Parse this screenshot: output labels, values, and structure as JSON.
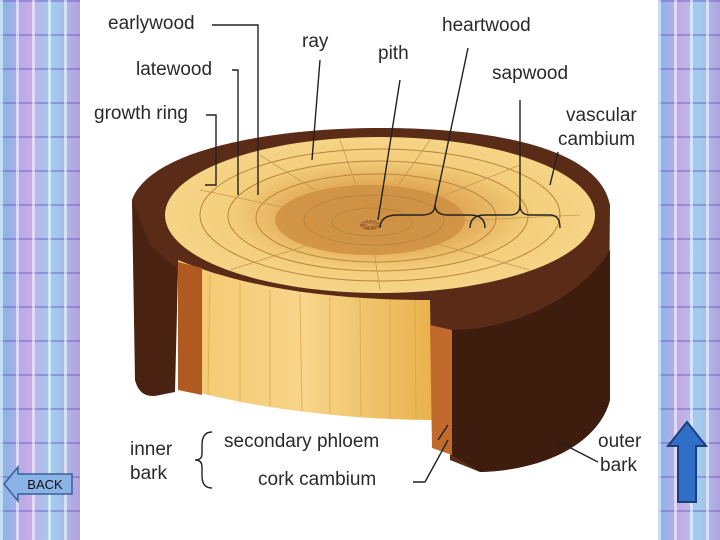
{
  "labels": {
    "earlywood": "earlywood",
    "ray": "ray",
    "pith": "pith",
    "heartwood": "heartwood",
    "latewood": "latewood",
    "sapwood": "sapwood",
    "growth_ring": "growth ring",
    "vascular_cambium_1": "vascular",
    "vascular_cambium_2": "cambium",
    "inner_bark_1": "inner",
    "inner_bark_2": "bark",
    "secondary_phloem": "secondary phloem",
    "cork_cambium": "cork cambium",
    "outer_bark_1": "outer",
    "outer_bark_2": "bark"
  },
  "navigation": {
    "back_label": "BACK",
    "up_icon": "up-arrow-icon"
  },
  "colors": {
    "bark": "#5a2b16",
    "sapwood": "#f2c46a",
    "heartwood": "#c98a3c",
    "pith": "#b06a2a",
    "background_cells": "#b9a6e0",
    "up_arrow": "#2f6fc8"
  }
}
